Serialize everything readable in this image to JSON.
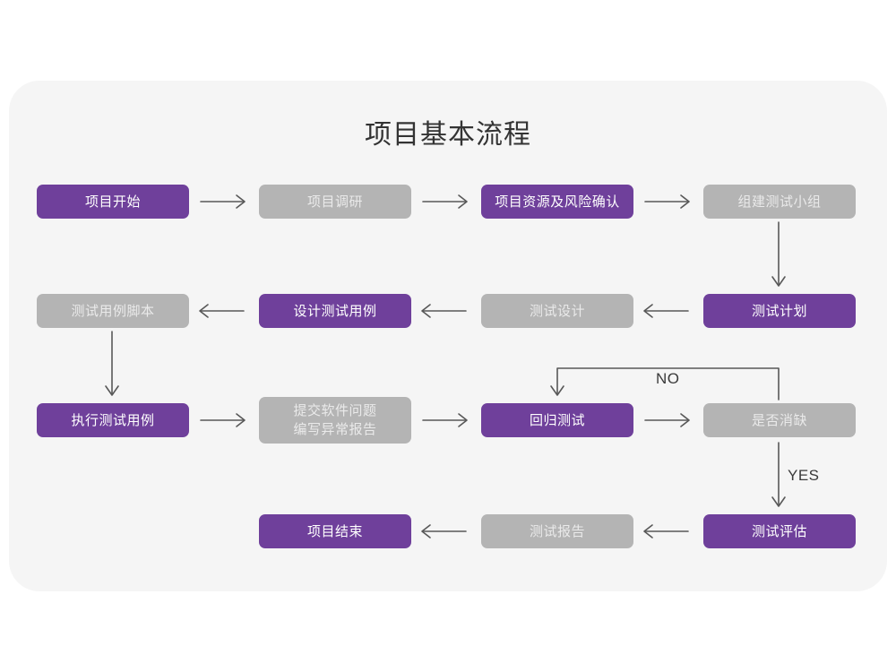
{
  "panel": {
    "background_color": "#f5f5f5",
    "page_background_color": "#ffffff"
  },
  "title": "项目基本流程",
  "theme": {
    "purple": "#6f409b",
    "gray": "#b4b4b4",
    "purple_text": "#ffffff",
    "gray_text": "#eaeaea",
    "connector": "#585858",
    "title_color": "#333333"
  },
  "nodes": [
    {
      "id": "n1",
      "label": "项目开始",
      "style": "purple",
      "row": 1,
      "col": 1
    },
    {
      "id": "n2",
      "label": "项目调研",
      "style": "gray",
      "row": 1,
      "col": 2
    },
    {
      "id": "n3",
      "label": "项目资源及风险确认",
      "style": "purple",
      "row": 1,
      "col": 3
    },
    {
      "id": "n4",
      "label": "组建测试小组",
      "style": "gray",
      "row": 1,
      "col": 4
    },
    {
      "id": "n5",
      "label": "测试用例脚本",
      "style": "gray",
      "row": 2,
      "col": 1
    },
    {
      "id": "n6",
      "label": "设计测试用例",
      "style": "purple",
      "row": 2,
      "col": 2
    },
    {
      "id": "n7",
      "label": "测试设计",
      "style": "gray",
      "row": 2,
      "col": 3
    },
    {
      "id": "n8",
      "label": "测试计划",
      "style": "purple",
      "row": 2,
      "col": 4
    },
    {
      "id": "n9",
      "label": "执行测试用例",
      "style": "purple",
      "row": 3,
      "col": 1
    },
    {
      "id": "n10",
      "label": "提交软件问题\n编写异常报告",
      "style": "gray",
      "row": 3,
      "col": 2
    },
    {
      "id": "n11",
      "label": "回归测试",
      "style": "purple",
      "row": 3,
      "col": 3
    },
    {
      "id": "n12",
      "label": "是否消缺",
      "style": "gray",
      "row": 3,
      "col": 4
    },
    {
      "id": "n13",
      "label": "项目结束",
      "style": "purple",
      "row": 4,
      "col": 2
    },
    {
      "id": "n14",
      "label": "测试报告",
      "style": "gray",
      "row": 4,
      "col": 3
    },
    {
      "id": "n15",
      "label": "测试评估",
      "style": "purple",
      "row": 4,
      "col": 4
    }
  ],
  "edge_labels": {
    "no": "NO",
    "yes": "YES"
  },
  "flow": [
    {
      "from": "项目开始",
      "to": "项目调研",
      "label": ""
    },
    {
      "from": "项目调研",
      "to": "项目资源及风险确认",
      "label": ""
    },
    {
      "from": "项目资源及风险确认",
      "to": "组建测试小组",
      "label": ""
    },
    {
      "from": "组建测试小组",
      "to": "测试计划",
      "label": ""
    },
    {
      "from": "测试计划",
      "to": "测试设计",
      "label": ""
    },
    {
      "from": "测试设计",
      "to": "设计测试用例",
      "label": ""
    },
    {
      "from": "设计测试用例",
      "to": "测试用例脚本",
      "label": ""
    },
    {
      "from": "测试用例脚本",
      "to": "执行测试用例",
      "label": ""
    },
    {
      "from": "执行测试用例",
      "to": "提交软件问题编写异常报告",
      "label": ""
    },
    {
      "from": "提交软件问题编写异常报告",
      "to": "回归测试",
      "label": ""
    },
    {
      "from": "回归测试",
      "to": "是否消缺",
      "label": ""
    },
    {
      "from": "是否消缺",
      "to": "回归测试",
      "label": "NO"
    },
    {
      "from": "是否消缺",
      "to": "测试评估",
      "label": "YES"
    },
    {
      "from": "测试评估",
      "to": "测试报告",
      "label": ""
    },
    {
      "from": "测试报告",
      "to": "项目结束",
      "label": ""
    }
  ]
}
